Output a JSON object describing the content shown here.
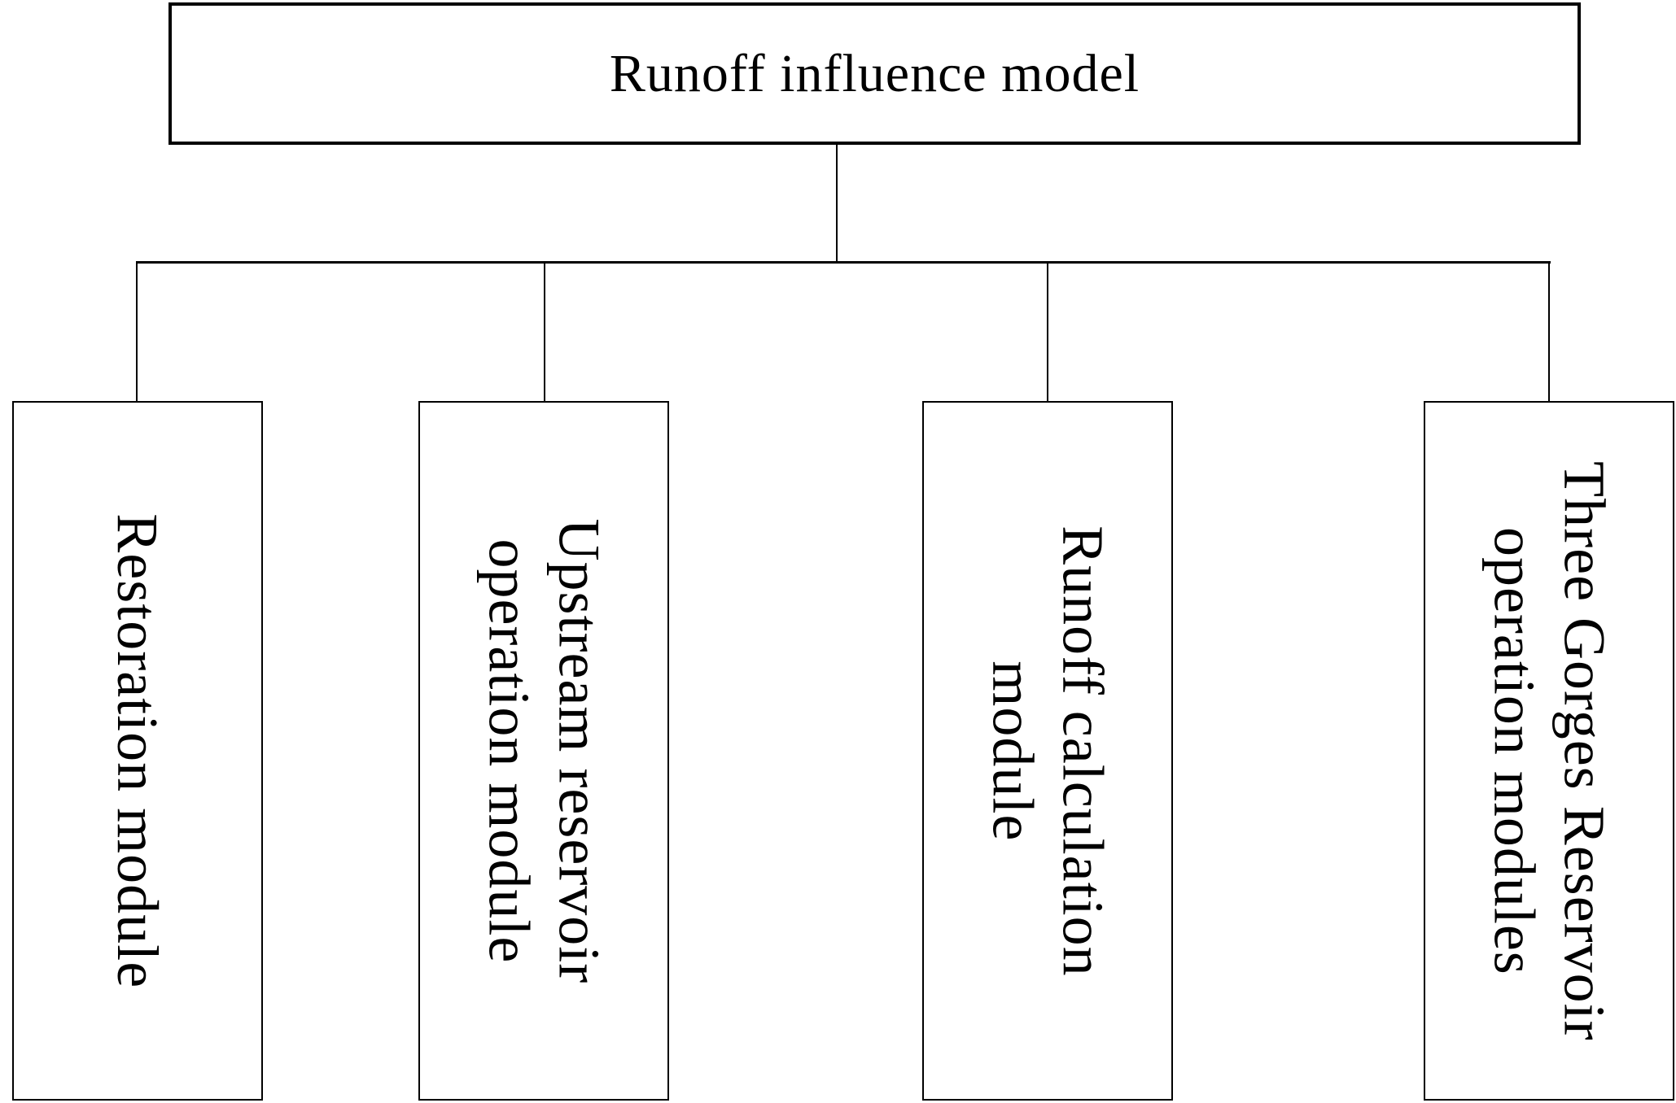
{
  "diagram": {
    "title": "Runoff influence model",
    "root": {
      "label": "Runoff influence model"
    },
    "children": [
      {
        "label": "Restoration module"
      },
      {
        "label": "Upstream reservoir\noperation module"
      },
      {
        "label": "Runoff calculation\nmodule"
      },
      {
        "label": "Three Gorges Reservoir\noperation modules"
      }
    ],
    "style": {
      "line_color": "#000000",
      "text_color": "#000000",
      "background_color": "#ffffff",
      "child_text_rotation_deg": 90
    }
  }
}
